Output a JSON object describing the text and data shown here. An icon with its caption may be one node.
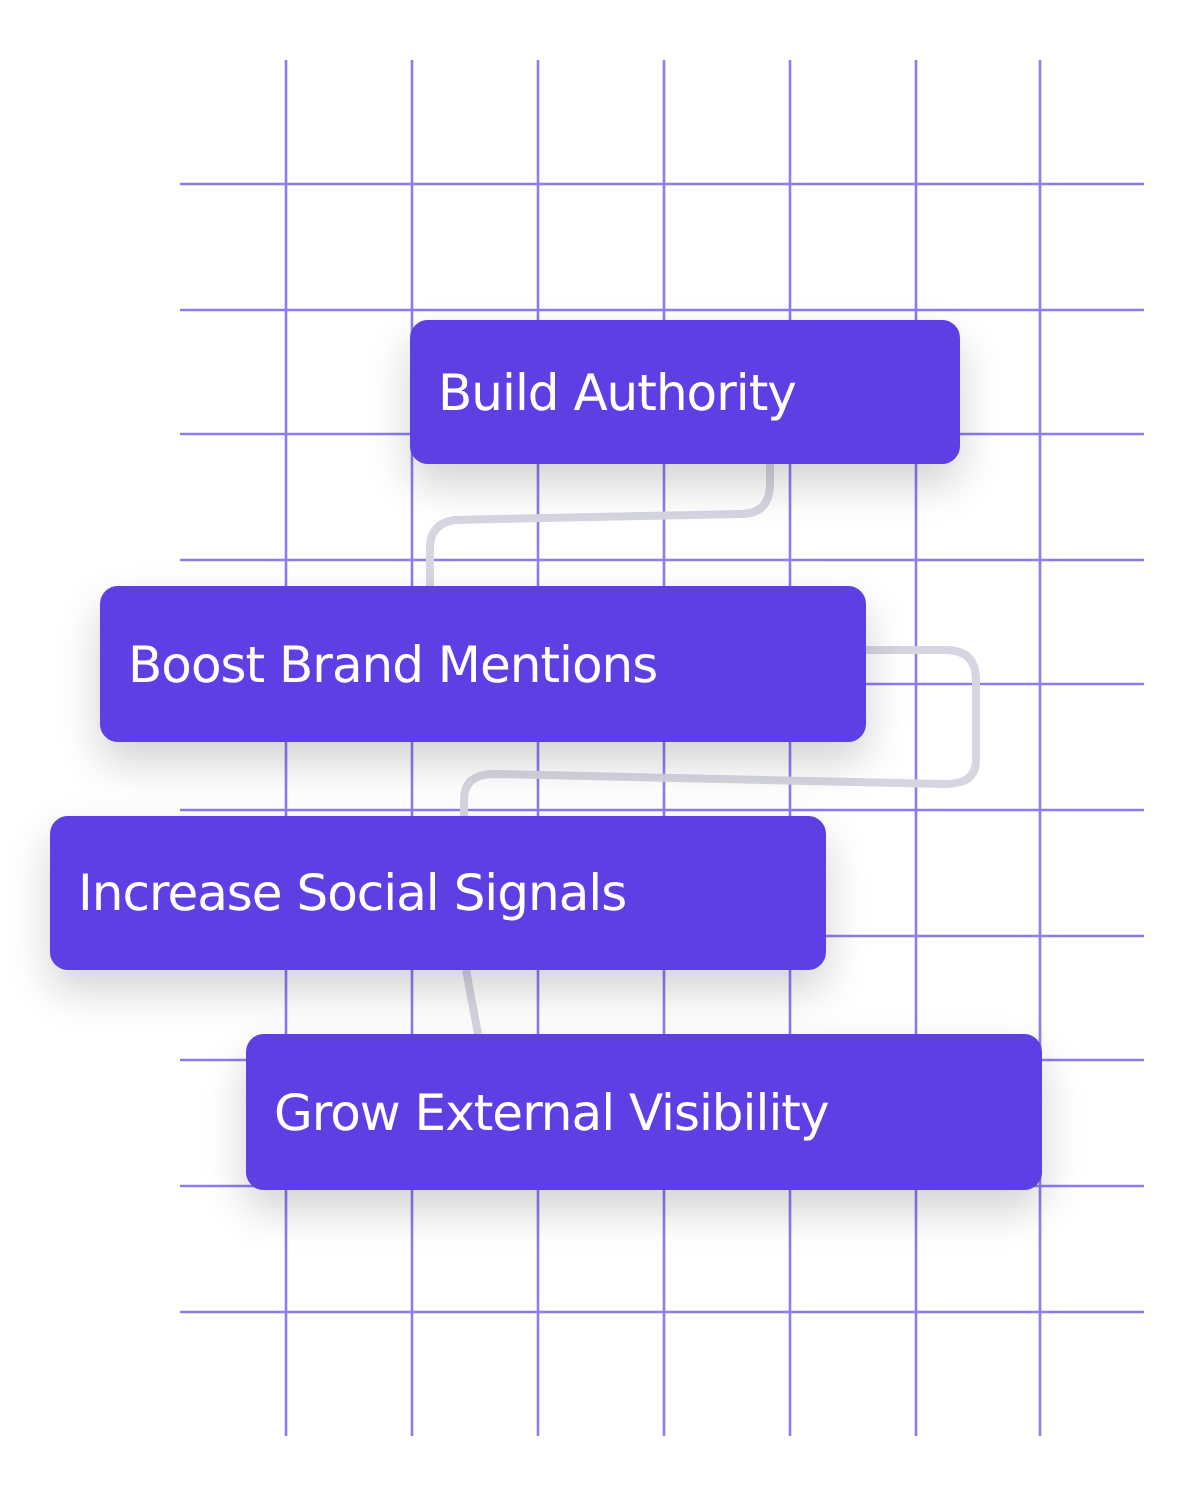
{
  "diagram": {
    "nodes": [
      {
        "text": [
          "Build Authority"
        ]
      },
      {
        "text": [
          "Boost Brand Mentions"
        ]
      },
      {
        "text": [
          "Increase Social Signals"
        ]
      },
      {
        "text": [
          "Grow External Visibility"
        ]
      }
    ],
    "edges": [
      {
        "from": 0,
        "to": 1,
        "arrow": "none"
      },
      {
        "from": 1,
        "to": 2,
        "arrow": "none"
      },
      {
        "from": 2,
        "to": 3,
        "arrow": "none"
      }
    ]
  }
}
